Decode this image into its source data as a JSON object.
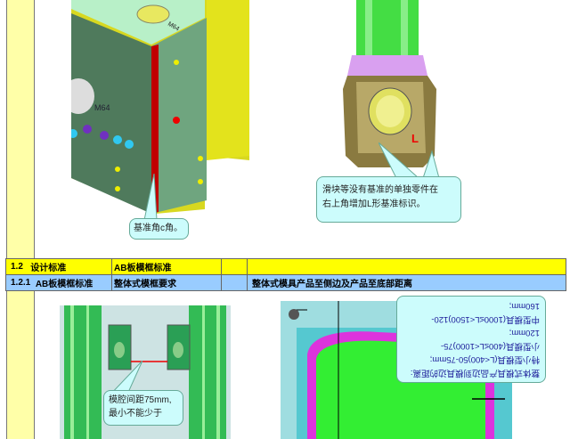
{
  "callouts": {
    "datum_corner": "基准角c角。",
    "slider_datum": [
      "滑块等没有基准的单独零件在",
      "右上角增加L形基准标识。"
    ],
    "cavity_spacing": [
      "模腔间距75mm,",
      "最小不能少于"
    ],
    "product_distance": [
      "整体式模具产品边到模具边的距离:",
      "特小型模具(L<400)50-75mm;",
      "小型模具(400≤L<1000)75-",
      "120mm;",
      "中型模具(1000≤L<1500)120-",
      "160mm;"
    ]
  },
  "model_labels": {
    "thread_top": "M64",
    "thread_side": "M64",
    "datum_mark": "L"
  },
  "table": {
    "section_row": {
      "number": "1.2",
      "title": "设计标准",
      "col2": "AB板模框标准",
      "col3": "",
      "col4": ""
    },
    "subsection_row": {
      "number": "1.2.1",
      "title": "AB板模框标准",
      "col2": "整体式模框要求",
      "col3": "",
      "col4": "整体式模具产品至侧边及产品至底部距离"
    }
  },
  "colors": {
    "section_bg": "#ffff00",
    "subsection_bg": "#99ccff",
    "left_column": "#ffffa8"
  }
}
